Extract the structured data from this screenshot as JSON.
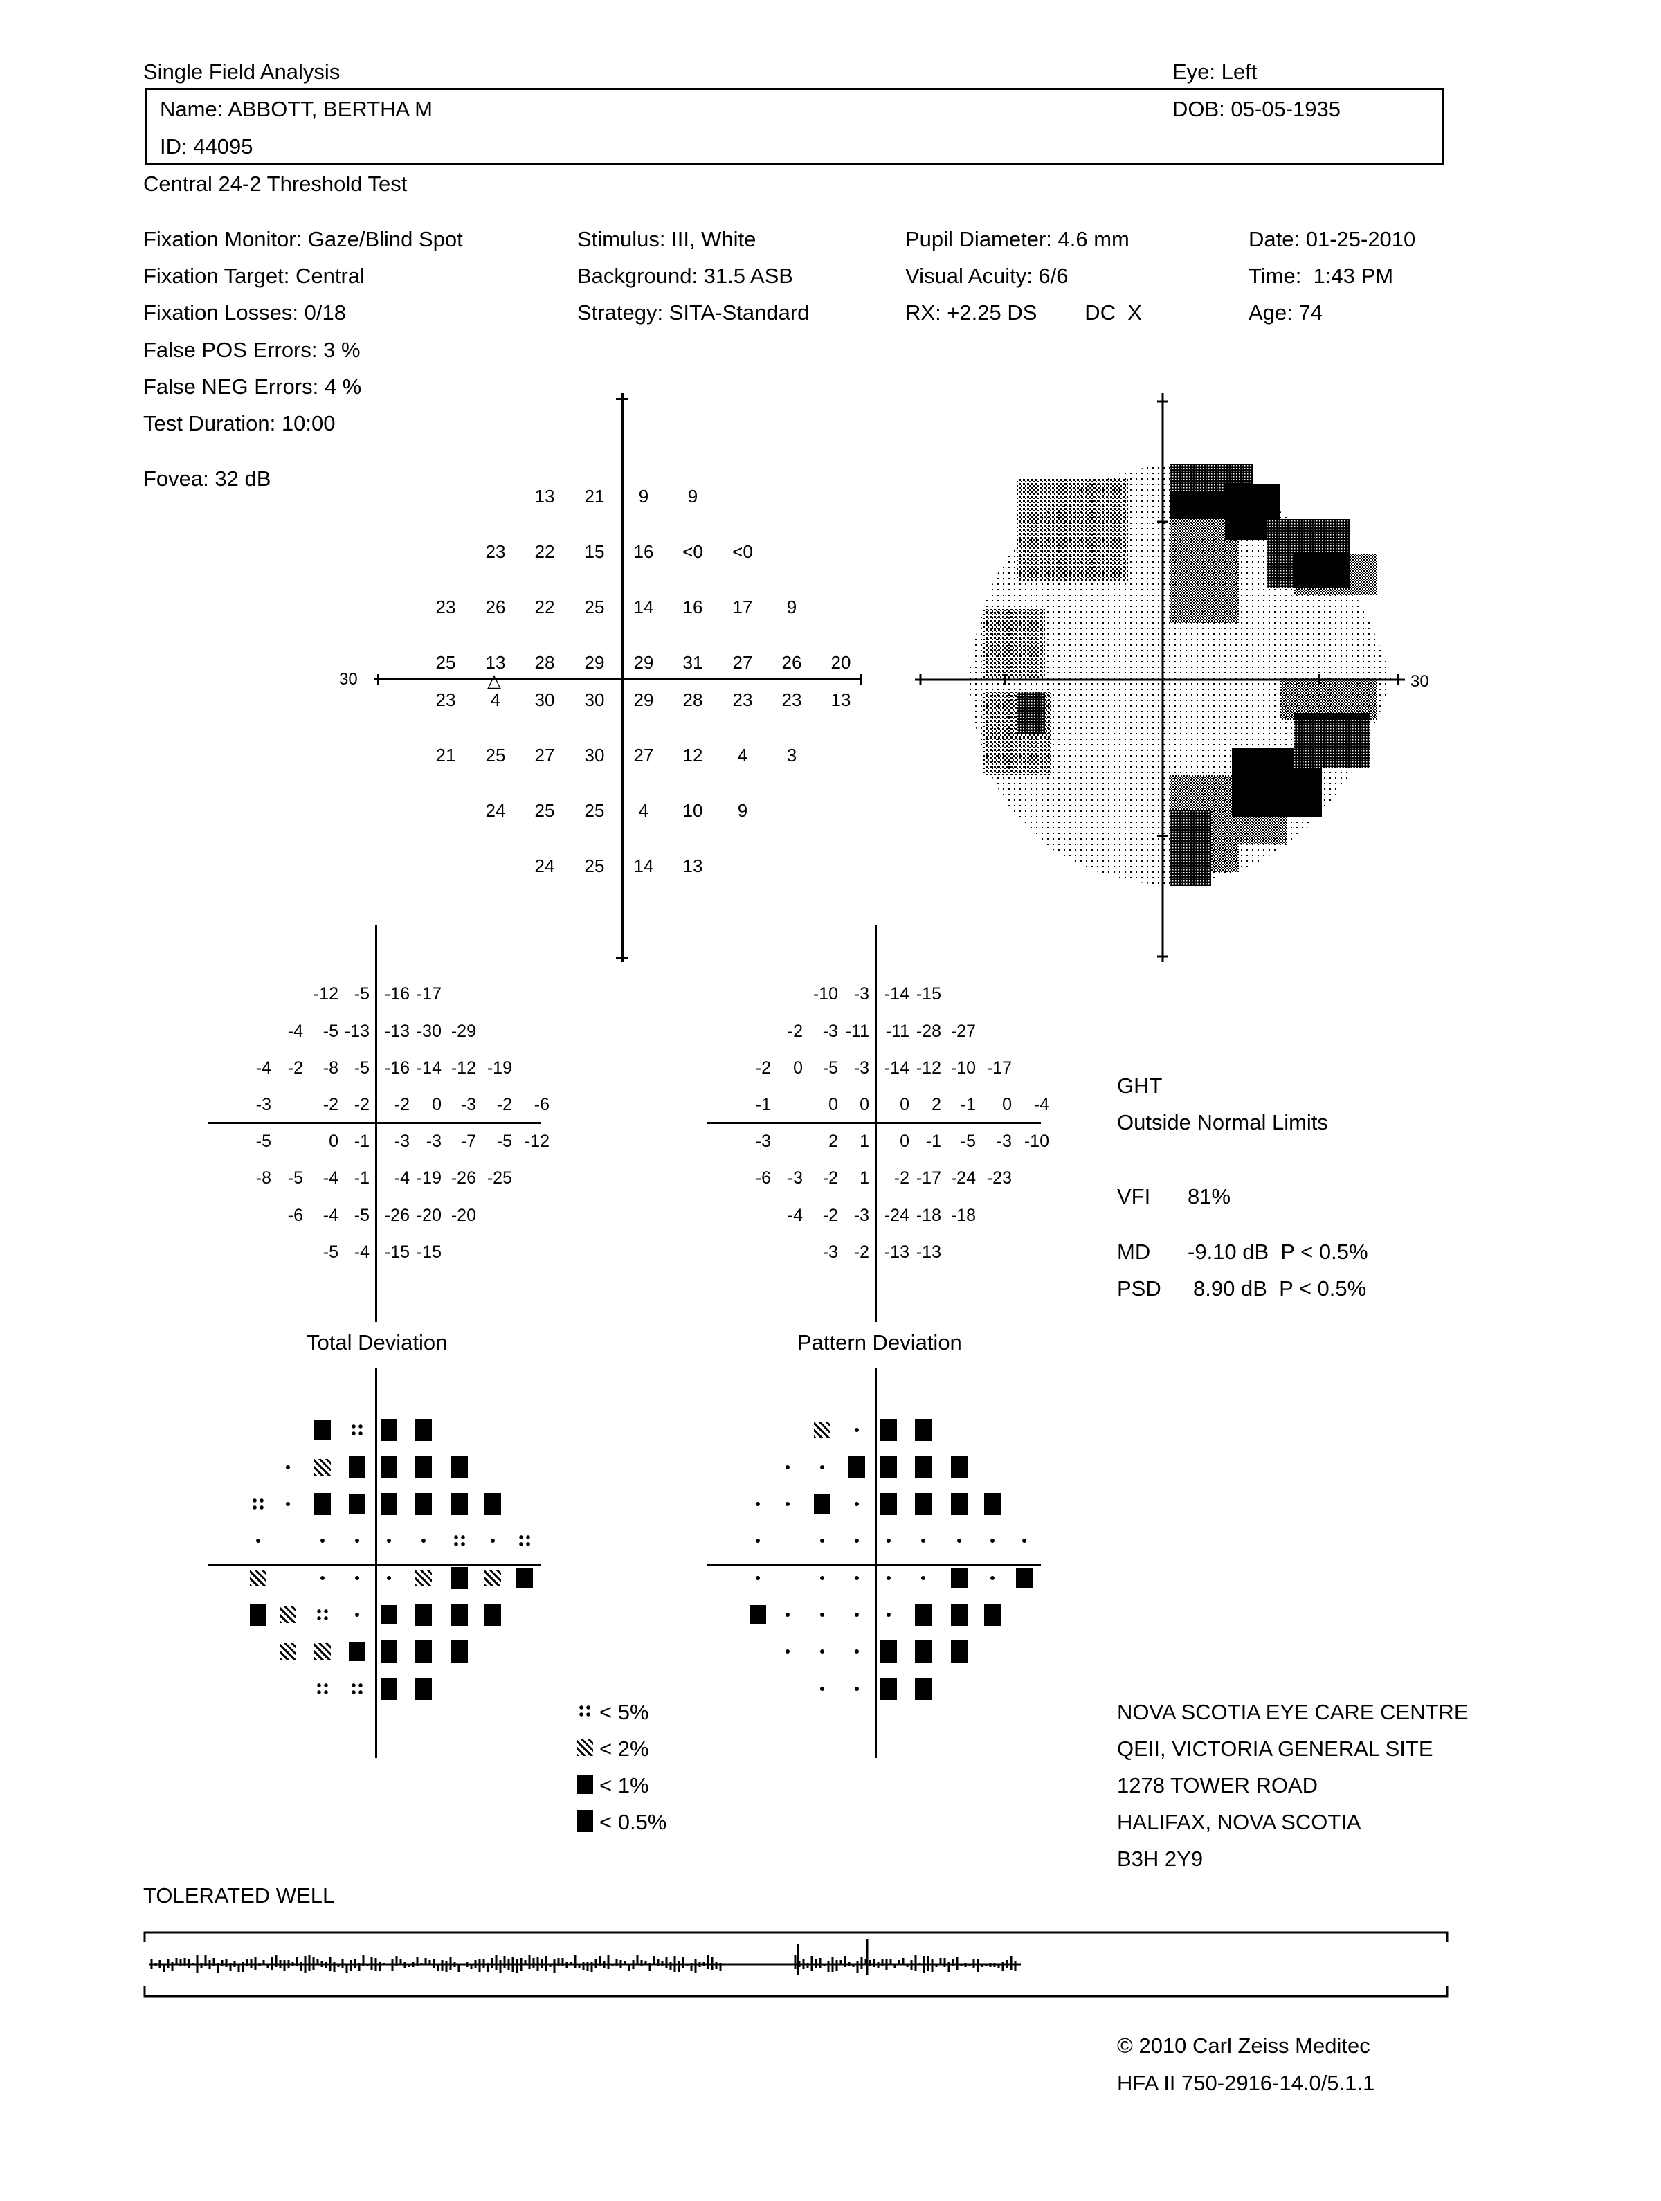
{
  "header": {
    "report_title": "Single Field Analysis",
    "eye": "Eye: Left",
    "name": "Name: ABBOTT, BERTHA M",
    "dob": "DOB: 05-05-1935",
    "id": "ID: 44095",
    "test_name": "Central 24-2 Threshold Test"
  },
  "params": {
    "col1": [
      "Fixation Monitor: Gaze/Blind Spot",
      "Fixation Target: Central",
      "Fixation Losses: 0/18",
      "False POS Errors:   3 %",
      "False NEG Errors:   4 %",
      "Test Duration: 10:00"
    ],
    "col2": [
      "Stimulus: III, White",
      "Background: 31.5 ASB",
      "Strategy: SITA-Standard"
    ],
    "col3": [
      "Pupil Diameter: 4.6 mm",
      "Visual Acuity: 6/6",
      "RX: +2.25 DS        DC  X"
    ],
    "col4": [
      "Date: 01-25-2010",
      "Time:  1:43 PM",
      "Age: 74"
    ],
    "fovea": "Fovea: 32 dB"
  },
  "threshold_plot": {
    "axis_label_left": "30",
    "axis_label_right": "30",
    "rows": [
      [
        "",
        "",
        "",
        "13",
        "21",
        "9",
        "9",
        "",
        "",
        ""
      ],
      [
        "",
        "",
        "23",
        "22",
        "15",
        "16",
        "<0",
        "<0",
        "",
        ""
      ],
      [
        "",
        "23",
        "26",
        "22",
        "25",
        "14",
        "16",
        "17",
        "9",
        ""
      ],
      [
        "",
        "25",
        "13",
        "28",
        "29",
        "29",
        "31",
        "27",
        "26",
        "20"
      ],
      [
        "",
        "23",
        "4",
        "30",
        "30",
        "29",
        "28",
        "23",
        "23",
        "13"
      ],
      [
        "",
        "21",
        "25",
        "27",
        "30",
        "27",
        "12",
        "4",
        "3",
        ""
      ],
      [
        "",
        "",
        "24",
        "25",
        "25",
        "4",
        "10",
        "9",
        "",
        ""
      ],
      [
        "",
        "",
        "",
        "24",
        "25",
        "14",
        "13",
        "",
        "",
        ""
      ]
    ]
  },
  "total_deviation_values": {
    "rows": [
      [
        "",
        "",
        "-12",
        "-5",
        "-16",
        "-17",
        "",
        ""
      ],
      [
        "",
        "-4",
        "-5",
        "-13",
        "-13",
        "-30",
        "-29",
        ""
      ],
      [
        "-4",
        "-2",
        "-8",
        "-5",
        "-16",
        "-14",
        "-12",
        "-19"
      ],
      [
        "-3",
        "",
        "-2",
        "-2",
        "-2",
        "0",
        "-3",
        "-2",
        "-6"
      ],
      [
        "-5",
        "",
        "0",
        "-1",
        "-3",
        "-3",
        "-7",
        "-5",
        "-12"
      ],
      [
        "-8",
        "-5",
        "-4",
        "-1",
        "-4",
        "-19",
        "-26",
        "-25"
      ],
      [
        "",
        "-6",
        "-4",
        "-5",
        "-26",
        "-20",
        "-20",
        ""
      ],
      [
        "",
        "",
        "-5",
        "-4",
        "-15",
        "-15",
        "",
        ""
      ]
    ]
  },
  "pattern_deviation_values": {
    "rows": [
      [
        "",
        "",
        "-10",
        "-3",
        "-14",
        "-15",
        "",
        ""
      ],
      [
        "",
        "-2",
        "-3",
        "-11",
        "-11",
        "-28",
        "-27",
        ""
      ],
      [
        "-2",
        "0",
        "-5",
        "-3",
        "-14",
        "-12",
        "-10",
        "-17"
      ],
      [
        "-1",
        "",
        "0",
        "0",
        "0",
        "2",
        "-1",
        "0",
        "-4"
      ],
      [
        "-3",
        "",
        "2",
        "1",
        "0",
        "-1",
        "-5",
        "-3",
        "-10"
      ],
      [
        "-6",
        "-3",
        "-2",
        "1",
        "-2",
        "-17",
        "-24",
        "-23"
      ],
      [
        "",
        "-4",
        "-2",
        "-3",
        "-24",
        "-18",
        "-18",
        ""
      ],
      [
        "",
        "",
        "-3",
        "-2",
        "-13",
        "-13",
        "",
        ""
      ]
    ]
  },
  "total_deviation_label": "Total Deviation",
  "pattern_deviation_label": "Pattern Deviation",
  "total_deviation_symbols": [
    [
      "",
      "",
      "s1",
      "s5",
      "s05",
      "s05",
      "",
      ""
    ],
    [
      "",
      "dot",
      "s2",
      "s05",
      "s05",
      "s05",
      "s05",
      ""
    ],
    [
      "s5",
      "dot",
      "s05",
      "s1",
      "s05",
      "s05",
      "s05",
      "s05"
    ],
    [
      "dot",
      "",
      "dot",
      "dot",
      "dot",
      "dot",
      "s5",
      "dot",
      "s5"
    ],
    [
      "s2",
      "",
      "dot",
      "dot",
      "dot",
      "s2",
      "s05",
      "s2",
      "s1"
    ],
    [
      "s05",
      "s2",
      "s5",
      "dot",
      "s1",
      "s05",
      "s05",
      "s05"
    ],
    [
      "",
      "s2",
      "s2",
      "s1",
      "s05",
      "s05",
      "s05",
      ""
    ],
    [
      "",
      "",
      "s5",
      "s5",
      "s05",
      "s05",
      "",
      ""
    ]
  ],
  "pattern_deviation_symbols": [
    [
      "",
      "",
      "s2",
      "dot",
      "s05",
      "s05",
      "",
      ""
    ],
    [
      "",
      "dot",
      "dot",
      "s05",
      "s05",
      "s05",
      "s05",
      ""
    ],
    [
      "dot",
      "dot",
      "s1",
      "dot",
      "s05",
      "s05",
      "s05",
      "s05"
    ],
    [
      "dot",
      "",
      "dot",
      "dot",
      "dot",
      "dot",
      "dot",
      "dot",
      "dot"
    ],
    [
      "dot",
      "",
      "dot",
      "dot",
      "dot",
      "dot",
      "s1",
      "dot",
      "s1"
    ],
    [
      "s1",
      "dot",
      "dot",
      "dot",
      "dot",
      "s05",
      "s05",
      "s05"
    ],
    [
      "",
      "dot",
      "dot",
      "dot",
      "s05",
      "s05",
      "s05",
      ""
    ],
    [
      "",
      "",
      "dot",
      "dot",
      "s05",
      "s05",
      "",
      ""
    ]
  ],
  "legend": [
    "< 5%",
    "< 2%",
    "< 1%",
    "< 0.5%"
  ],
  "indices": {
    "ght_label": "GHT",
    "ght_value": "Outside Normal Limits",
    "vfi_label": "VFI",
    "vfi_value": "81%",
    "md_label": "MD",
    "md_value": "-9.10 dB  P < 0.5%",
    "psd_label": "PSD",
    "psd_value": "8.90 dB  P < 0.5%"
  },
  "clinic": [
    "NOVA SCOTIA EYE CARE CENTRE",
    "QEII, VICTORIA GENERAL SITE",
    "1278 TOWER ROAD",
    "HALIFAX, NOVA SCOTIA",
    "B3H 2Y9"
  ],
  "comment": "TOLERATED WELL",
  "footer": {
    "copyright": "© 2010 Carl Zeiss Meditec",
    "version": "HFA II 750-2916-14.0/5.1.1"
  }
}
